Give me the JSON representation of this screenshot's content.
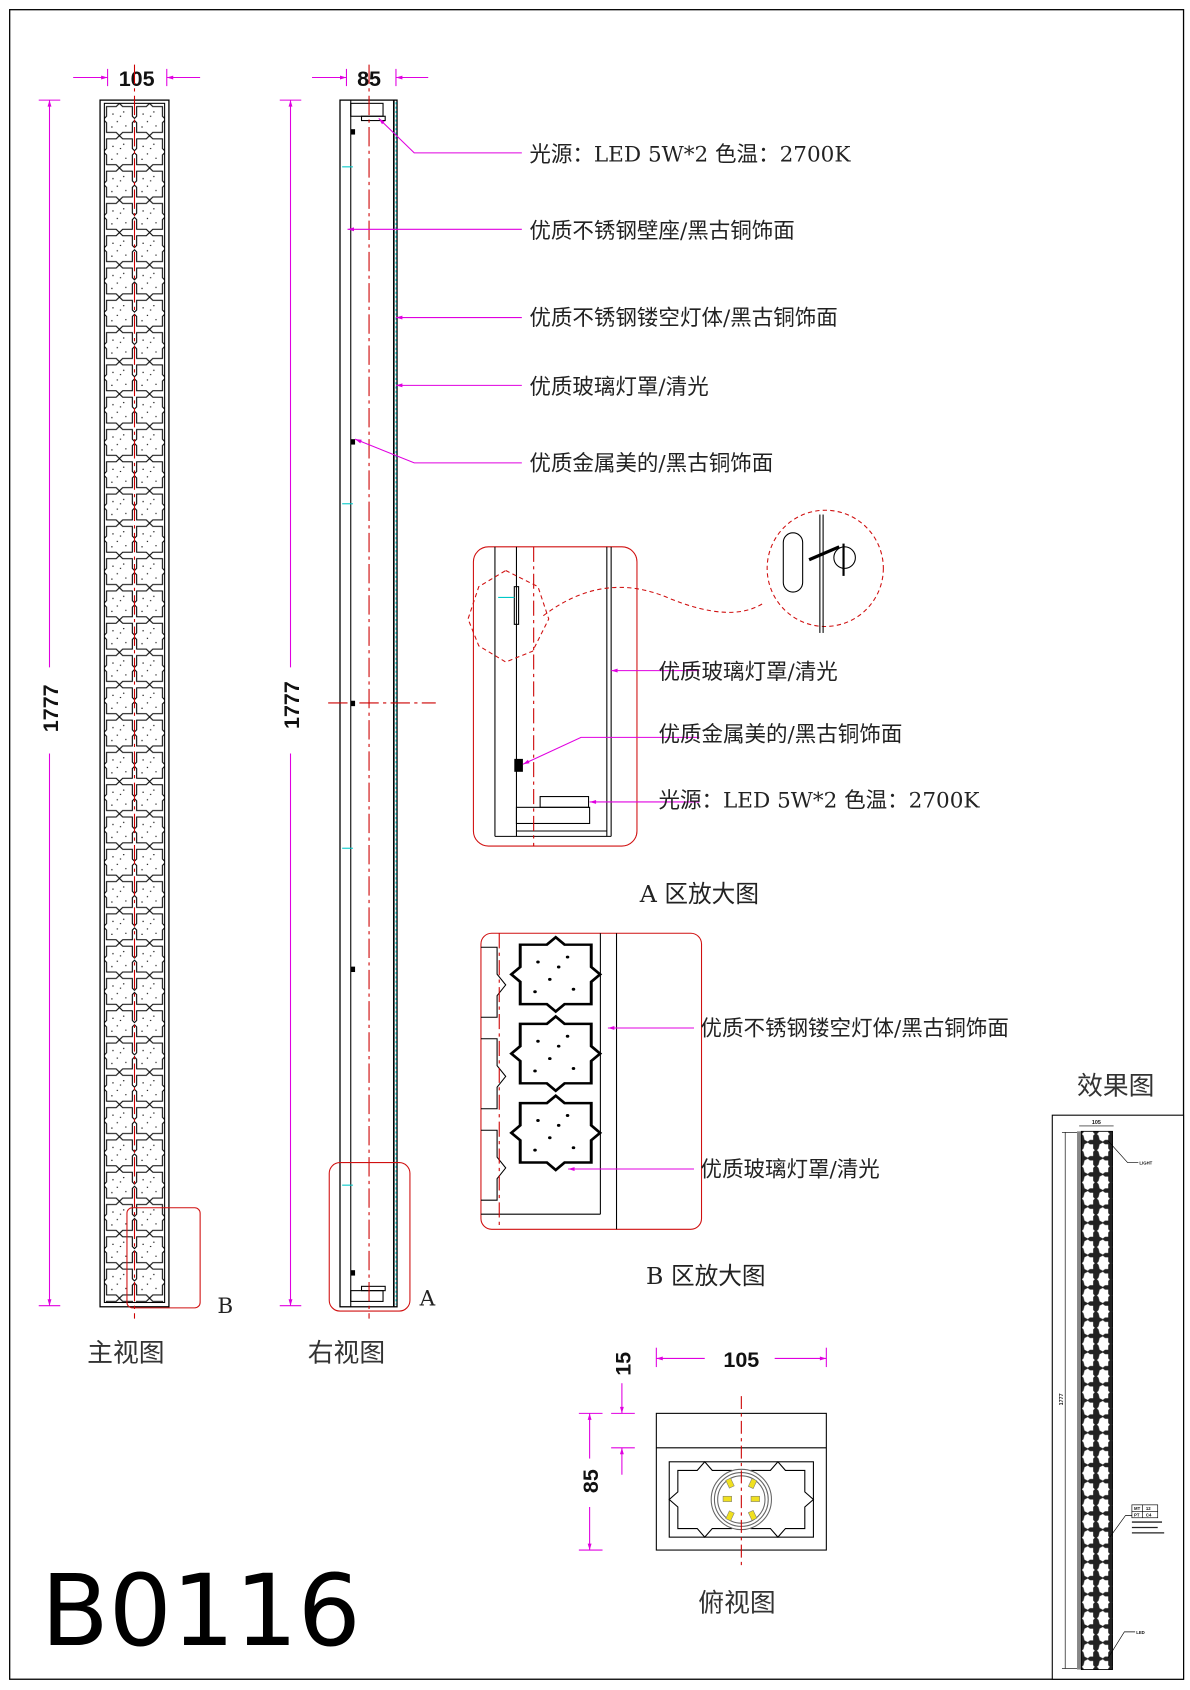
{
  "drawing": {
    "model_code": "B0116",
    "colors": {
      "outline": "#000000",
      "dimension": "#e000e0",
      "centerline": "#cc0000",
      "detail_frame": "#d01010",
      "hidden": "#00c8c8",
      "led": "#f0e020"
    }
  },
  "front_view": {
    "title": "主视图",
    "width_dim": "105",
    "height_dim": "1777",
    "detail_marker": "B"
  },
  "side_view": {
    "title": "右视图",
    "width_dim": "85",
    "height_dim": "1777",
    "detail_marker": "A",
    "callouts": [
      "光源：LED  5W*2  色温：2700K",
      "优质不锈钢壁座/黑古铜饰面",
      "优质不锈钢镂空灯体/黑古铜饰面",
      "优质玻璃灯罩/清光",
      "优质金属美的/黑古铜饰面"
    ]
  },
  "detail_a": {
    "title": "A  区放大图",
    "callouts": [
      "优质玻璃灯罩/清光",
      "优质金属美的/黑古铜饰面",
      "光源：LED  5W*2  色温：2700K"
    ]
  },
  "detail_b": {
    "title": "B  区放大图",
    "callouts": [
      "优质不锈钢镂空灯体/黑古铜饰面",
      "优质玻璃灯罩/清光"
    ]
  },
  "top_view": {
    "title": "俯视图",
    "width_dim": "105",
    "depth_dim": "85",
    "offset_dim": "15"
  },
  "effect_view": {
    "title": "效果图",
    "width_dim": "105",
    "height_dim": "1777",
    "callouts": [
      "LIGHT",
      "LED"
    ],
    "tag": [
      "MT",
      "12",
      "PT",
      "C4"
    ]
  }
}
